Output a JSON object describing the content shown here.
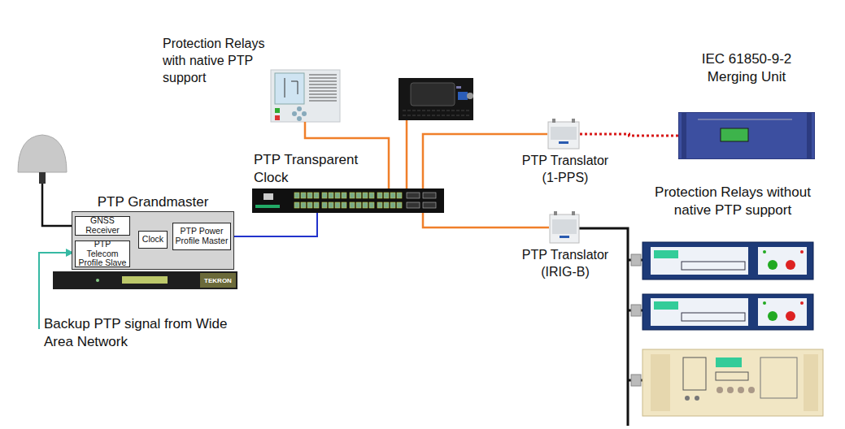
{
  "diagram": {
    "nodes": [
      {
        "text": [
          "PTP Grandmaster"
        ]
      },
      {
        "text": [
          "GNSS Receiver"
        ],
        "in": 0
      },
      {
        "text": [
          "PTP Telecom Profile Slave"
        ],
        "in": 0
      },
      {
        "text": [
          "Clock"
        ],
        "in": 0
      },
      {
        "text": [
          "PTP Power Profile Master"
        ],
        "in": 0
      },
      {
        "text": [
          "PTP Transparent Clock"
        ]
      },
      {
        "text": [
          "PTP Translator (1-PPS)"
        ]
      },
      {
        "text": [
          "IEC 61850-9-2 Merging Unit"
        ]
      },
      {
        "text": [
          "PTP Translator (IRIG-B)"
        ]
      }
    ],
    "edges": [
      {
        "from": 1,
        "to": 3,
        "arrow": "to"
      },
      {
        "from": 2,
        "to": 3,
        "arrow": "to"
      },
      {
        "from": 3,
        "to": 4,
        "arrow": "to"
      },
      {
        "from": 4,
        "to": 5,
        "arrow": "none"
      },
      {
        "from": 5,
        "to": 6,
        "arrow": "none"
      },
      {
        "from": 6,
        "to": 7,
        "arrow": "none"
      },
      {
        "from": 5,
        "to": 8,
        "arrow": "none"
      }
    ],
    "labels": [
      "Protection Relays with native PTP support",
      "Protection Relays without native PTP support",
      "Backup PTP signal from Wide Area Network",
      "TEKRON"
    ]
  }
}
